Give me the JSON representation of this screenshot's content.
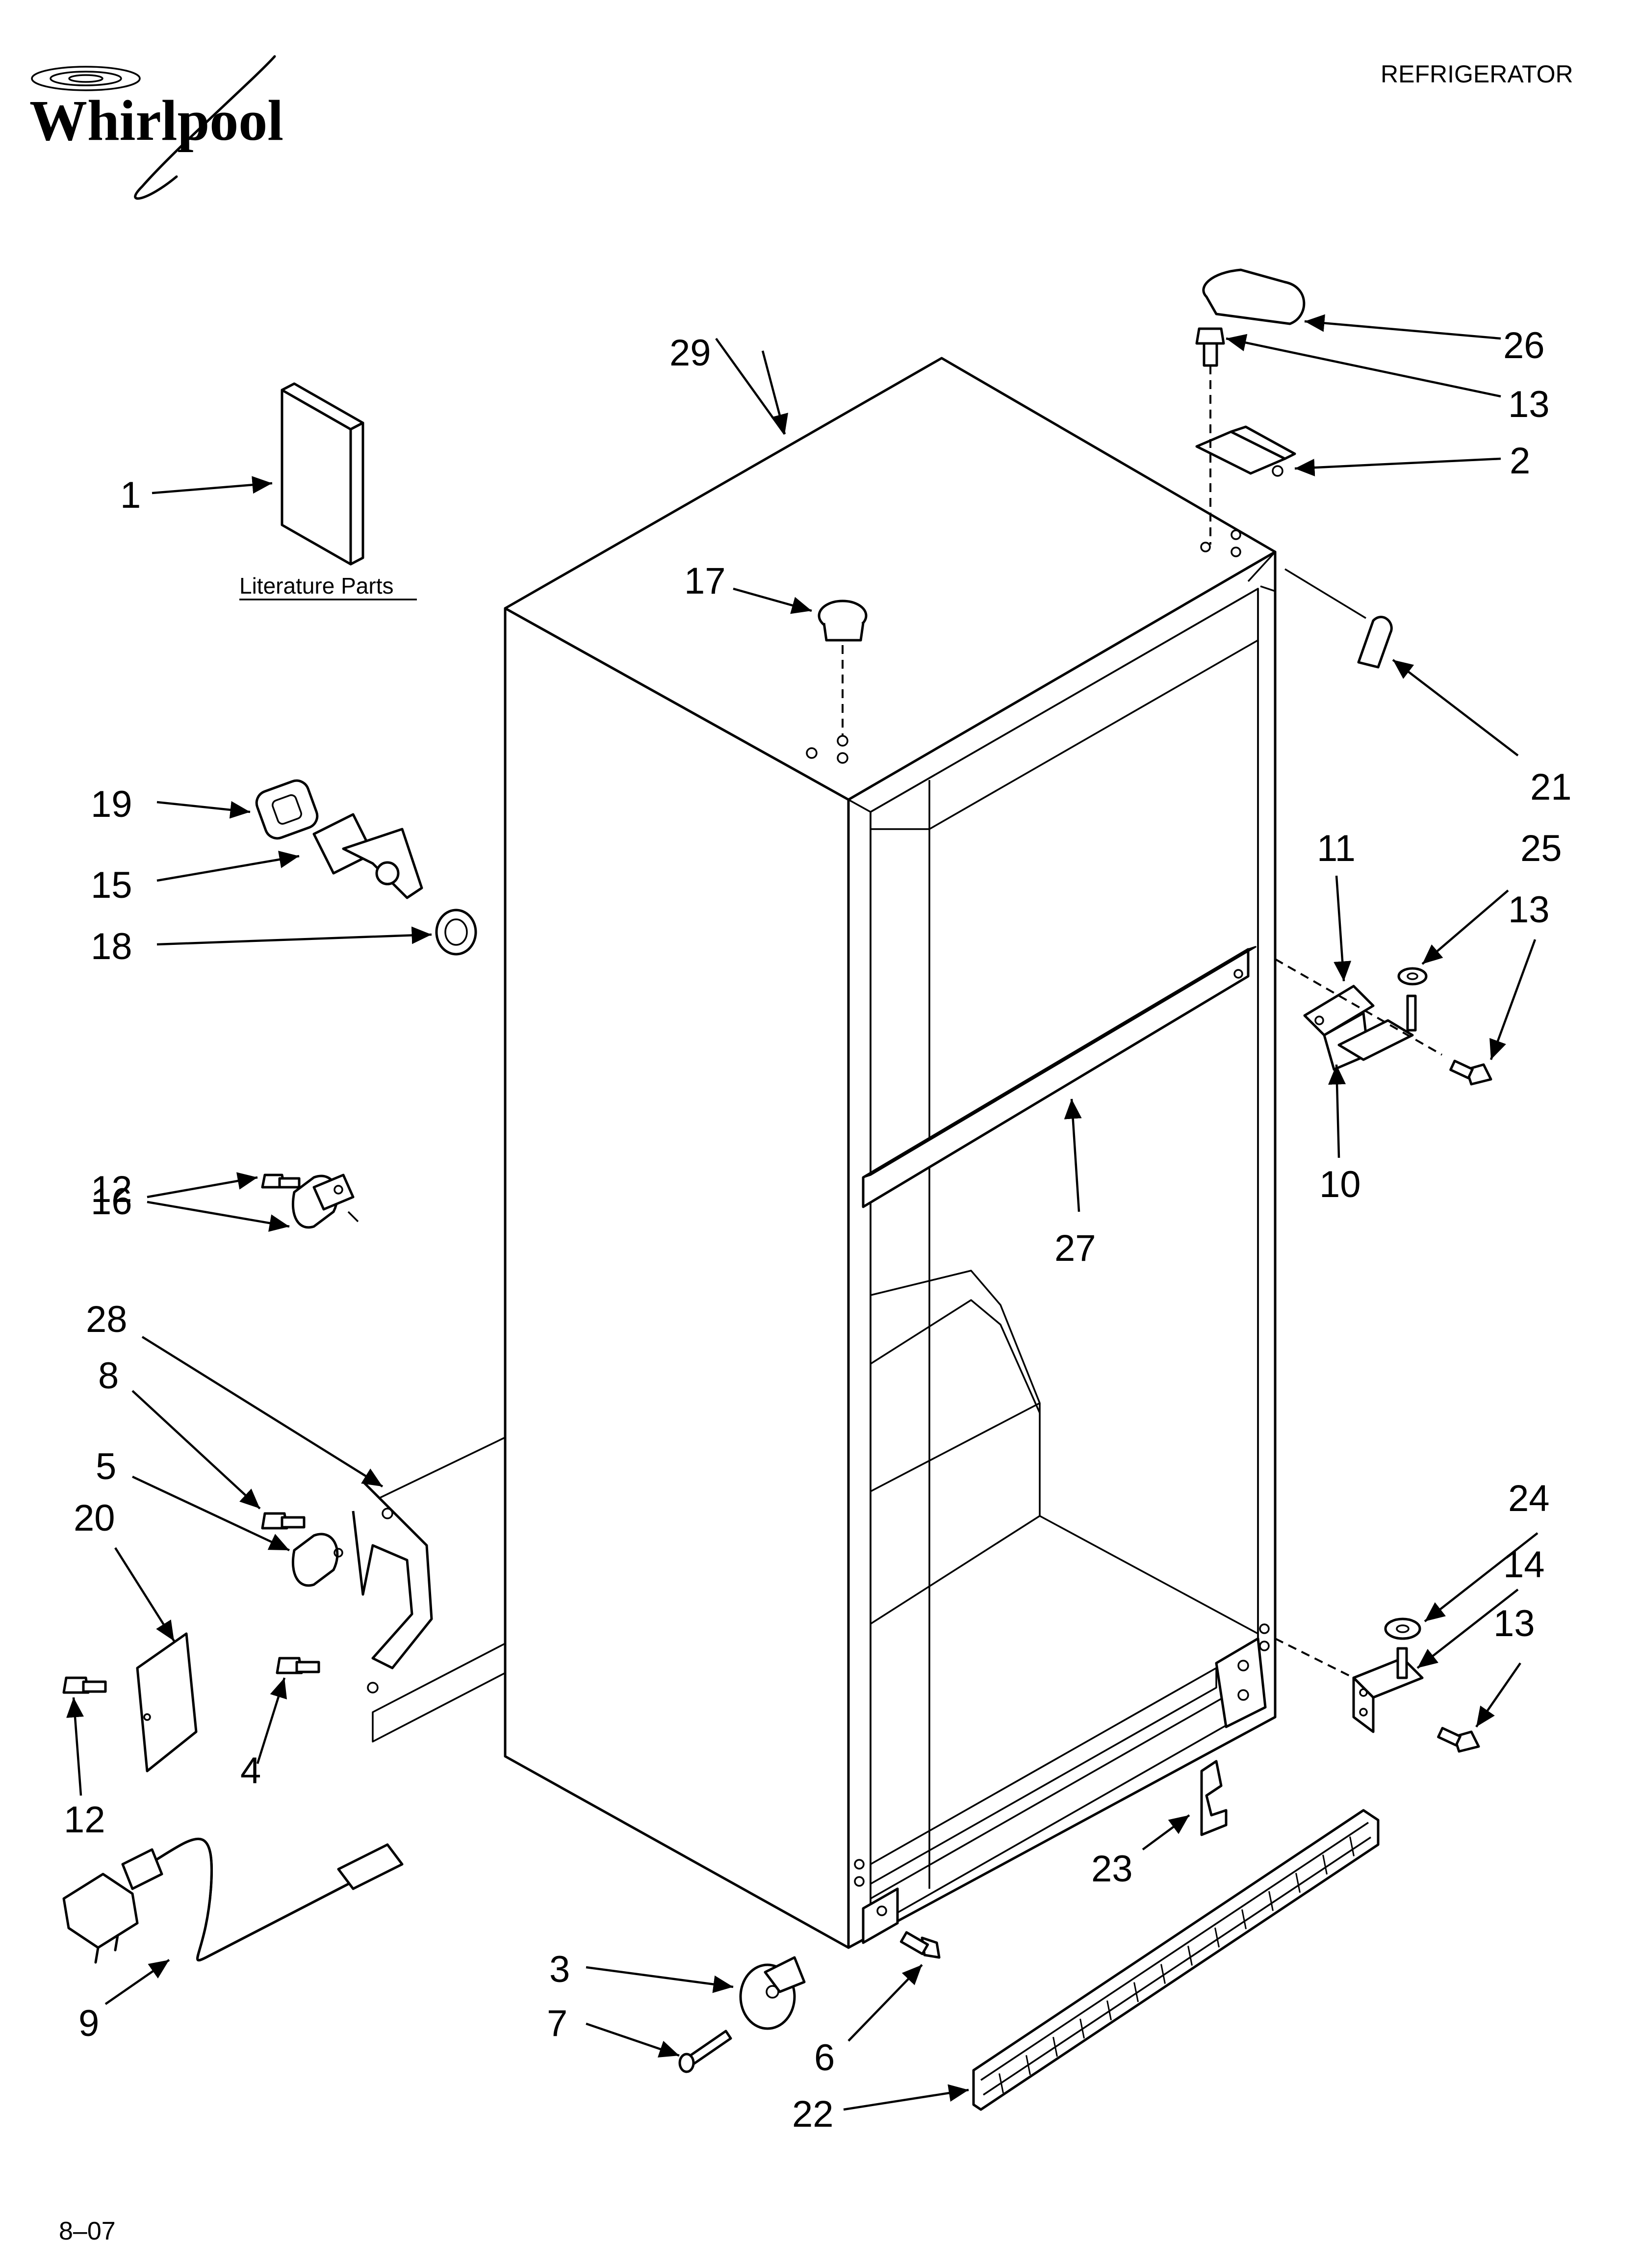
{
  "header": {
    "brand": "Whirlpool",
    "appliance": "REFRIGERATOR"
  },
  "literature_label": "Literature Parts",
  "footer_date": "8–07",
  "callouts": {
    "c1": "1",
    "c2": "2",
    "c3": "3",
    "c4": "4",
    "c5": "5",
    "c6": "6",
    "c7": "7",
    "c8": "8",
    "c9": "9",
    "c10": "10",
    "c11": "11",
    "c12a": "12",
    "c12b": "12",
    "c13a": "13",
    "c13b": "13",
    "c13c": "13",
    "c14": "14",
    "c15": "15",
    "c16": "16",
    "c17": "17",
    "c18": "18",
    "c19": "19",
    "c20": "20",
    "c21": "21",
    "c22": "22",
    "c23": "23",
    "c24": "24",
    "c25": "25",
    "c26": "26",
    "c27": "27",
    "c28": "28",
    "c29": "29"
  }
}
